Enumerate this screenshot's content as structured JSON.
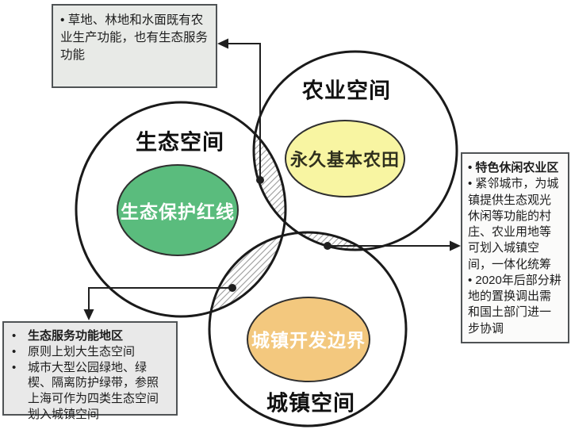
{
  "circles": {
    "eco": {
      "label": "生态空间"
    },
    "agri": {
      "label": "农业空间"
    },
    "urban": {
      "label": "城镇空间"
    }
  },
  "cores": {
    "eco": {
      "label": "生态保护红线",
      "fill": "#5abc7d"
    },
    "agri": {
      "label": "永久基本农田",
      "fill": "#f8f5a2"
    },
    "urban": {
      "label": "城镇开发边界",
      "fill": "#f3c87e"
    }
  },
  "callouts": {
    "top_left": {
      "items": [
        "• 草地、林地和水面既有农业生产功能，也有生态服务功能"
      ]
    },
    "right": {
      "items": [
        "• 特色休闲农业区",
        "• 紧邻城市，为城镇提供生态观光休闲等功能的村庄、农业用地等可划入城镇空间，一体化统筹",
        "• 2020年后部分耕地的置换调出需和国土部门进一步协调"
      ]
    },
    "bottom_left": {
      "bullet": "•",
      "items": [
        "生态服务功能地区",
        "原则上划大生态空间",
        "城市大型公园绿地、绿楔、隔离防护绿带，参照上海可作为四类生态空间划入城镇空间"
      ]
    }
  },
  "colors": {
    "outline": "#1a1a1a",
    "hatch_line": "#9a9a9a",
    "connector": "#1f1f1f",
    "box_border": "#4f5355"
  }
}
